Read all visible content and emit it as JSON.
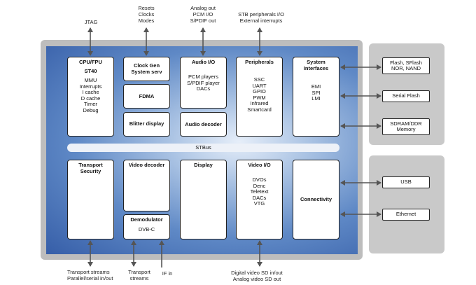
{
  "external": {
    "jtag": "JTAG",
    "clock_signals": [
      "Resets",
      "Clocks",
      "Modes"
    ],
    "audio_signals": [
      "Analog out",
      "PCM I/O",
      "S/PDIF out"
    ],
    "stb_signals": [
      "STB peripherals I/O",
      "External interrupts"
    ],
    "transport_streams": [
      "Transport streams",
      "Parallel/serial in/out"
    ],
    "transport_streams2": [
      "Transport",
      "streams"
    ],
    "if_in": "IF in",
    "video_signals": [
      "Digital video SD in/out",
      "Analog video SD out"
    ]
  },
  "blocks": {
    "cpu": {
      "title": "CPU/FPU",
      "subtitle": "ST40",
      "lines": [
        "MMU",
        "Interrupts",
        "I cache",
        "D cache",
        "Timer",
        "Debug"
      ]
    },
    "clockgen": {
      "title": [
        "Clock Gen",
        "System serv"
      ]
    },
    "fdma": {
      "title": "FDMA"
    },
    "blitter": {
      "title": "Blitter display"
    },
    "audio_io": {
      "title": "Audio I/O",
      "lines": [
        "PCM players",
        "S/PDIF player",
        "DACs"
      ]
    },
    "audio_decoder": {
      "title": "Audio decoder"
    },
    "peripherals": {
      "title": "Peripherals",
      "lines": [
        "SSC",
        "UART",
        "GPIO",
        "PWM",
        "Infrared",
        "Smartcard"
      ]
    },
    "sysif": {
      "title": [
        "System",
        "Interfaces"
      ],
      "lines": [
        "EMI",
        "SPI",
        "LMI"
      ]
    },
    "stbus": "STBus",
    "transport": {
      "title": [
        "Transport",
        "Security"
      ]
    },
    "video_decoder": {
      "title": "Video decoder"
    },
    "demodulator": {
      "title": "Demodulator",
      "lines": [
        "DVB-C"
      ]
    },
    "display": {
      "title": "Display"
    },
    "video_io": {
      "title": "Video I/O",
      "lines": [
        "DVOs",
        "Denc",
        "Teletext",
        "DACs",
        "VTG"
      ]
    },
    "connectivity": {
      "title": "Connectivity"
    }
  },
  "memory_panel": {
    "flash": [
      "Flash, SFlash",
      "NOR, NAND"
    ],
    "serial_flash": "Serial Flash",
    "sdram": [
      "SDRAM/DDR",
      "Memory"
    ]
  },
  "io_panel": {
    "usb": "USB",
    "ethernet": "Ethernet"
  }
}
